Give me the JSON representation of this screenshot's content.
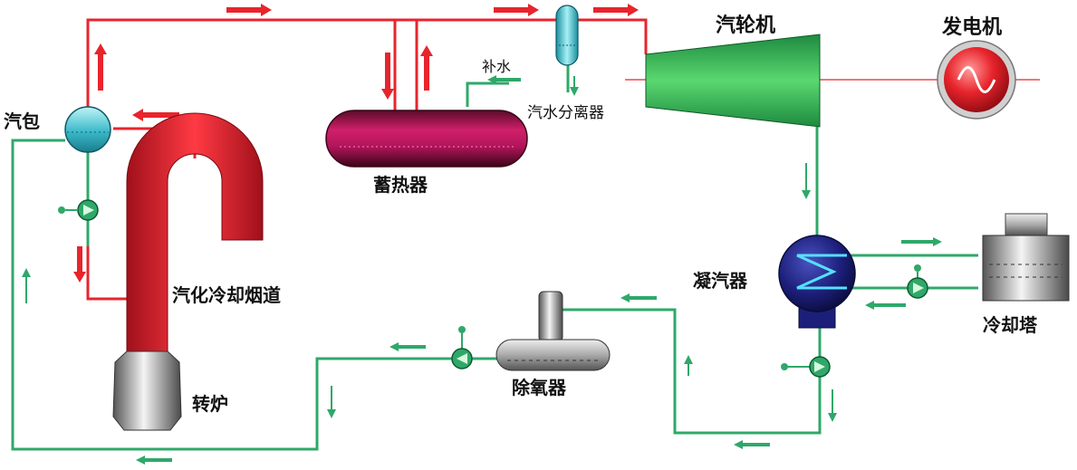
{
  "labels": {
    "steam_drum": "汽包",
    "converter": "转炉",
    "flue": "汽化冷却烟道",
    "accumulator": "蓄热器",
    "makeup_water": "补水",
    "separator": "汽水分离器",
    "turbine": "汽轮机",
    "generator": "发电机",
    "condenser": "凝汽器",
    "cooling_tower": "冷却塔",
    "deaerator": "除氧器"
  },
  "colors": {
    "steam_line": "#e8242c",
    "water_line": "#2fa86a",
    "flue_red": "#e01f2a",
    "turbine_green": "#3cc060",
    "condenser_navy": "#1c1f7a",
    "accumulator_magenta": "#b0145a"
  }
}
